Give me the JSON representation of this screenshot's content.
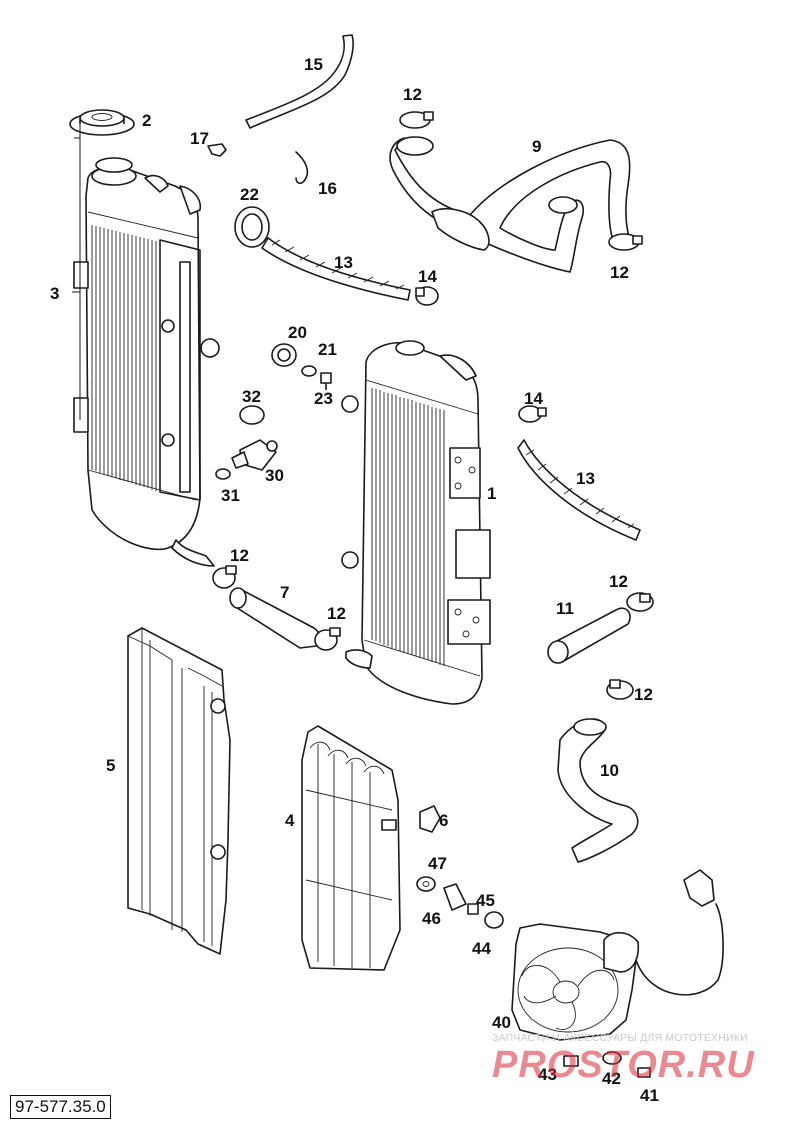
{
  "drawing_number": "97-577.35.0",
  "watermark": {
    "caption": "ЗАПЧАСТИ И АКСЕССУАРЫ ДЛЯ МОТОТЕХНИКИ",
    "logo_text": "PROSTOR.RU"
  },
  "callouts": {
    "c1": "1",
    "c2": "2",
    "c3": "3",
    "c4": "4",
    "c5": "5",
    "c6": "6",
    "c7": "7",
    "c9": "9",
    "c10": "10",
    "c11": "11",
    "c12a": "12",
    "c12b": "12",
    "c12c": "12",
    "c12d": "12",
    "c12e": "12",
    "c12f": "12",
    "c13a": "13",
    "c13b": "13",
    "c14a": "14",
    "c14b": "14",
    "c15": "15",
    "c16": "16",
    "c17": "17",
    "c20": "20",
    "c21": "21",
    "c22": "22",
    "c23": "23",
    "c30": "30",
    "c31": "31",
    "c32": "32",
    "c40": "40",
    "c41": "41",
    "c42": "42",
    "c43": "43",
    "c44": "44",
    "c45": "45",
    "c46": "46",
    "c47": "47"
  }
}
